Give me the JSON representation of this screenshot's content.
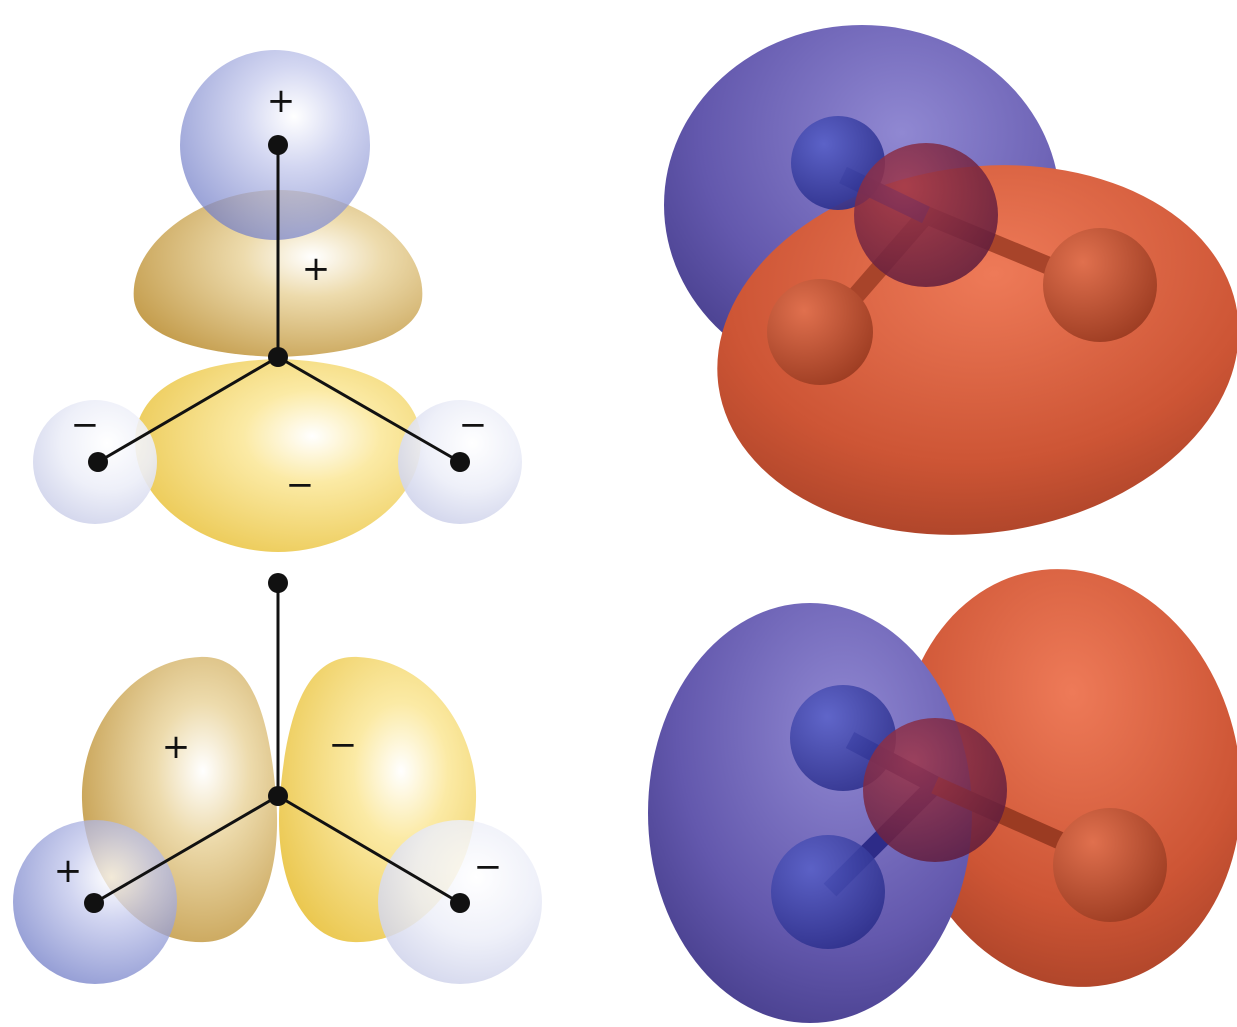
{
  "colors": {
    "positive_phase_blue": "#6a5fb8",
    "negative_phase_red": "#c9523a",
    "lobe_gold": "#d8ab4a",
    "lobe_yellow": "#f0cf55",
    "h_orbital_blue": "#7e8cd0",
    "h_orbital_pale": "#dcdff2",
    "bond_black": "#111111"
  },
  "panels": {
    "top_left": {
      "signs": {
        "h_top": "+",
        "p_upper": "+",
        "p_lower": "−",
        "h_left": "−",
        "h_right": "−"
      }
    },
    "bottom_left": {
      "signs": {
        "p_left": "+",
        "p_right": "−",
        "h_left": "+",
        "h_right": "−"
      }
    },
    "top_right": {
      "phases": [
        "blue",
        "red"
      ]
    },
    "bottom_right": {
      "phases": [
        "blue",
        "red"
      ]
    }
  }
}
